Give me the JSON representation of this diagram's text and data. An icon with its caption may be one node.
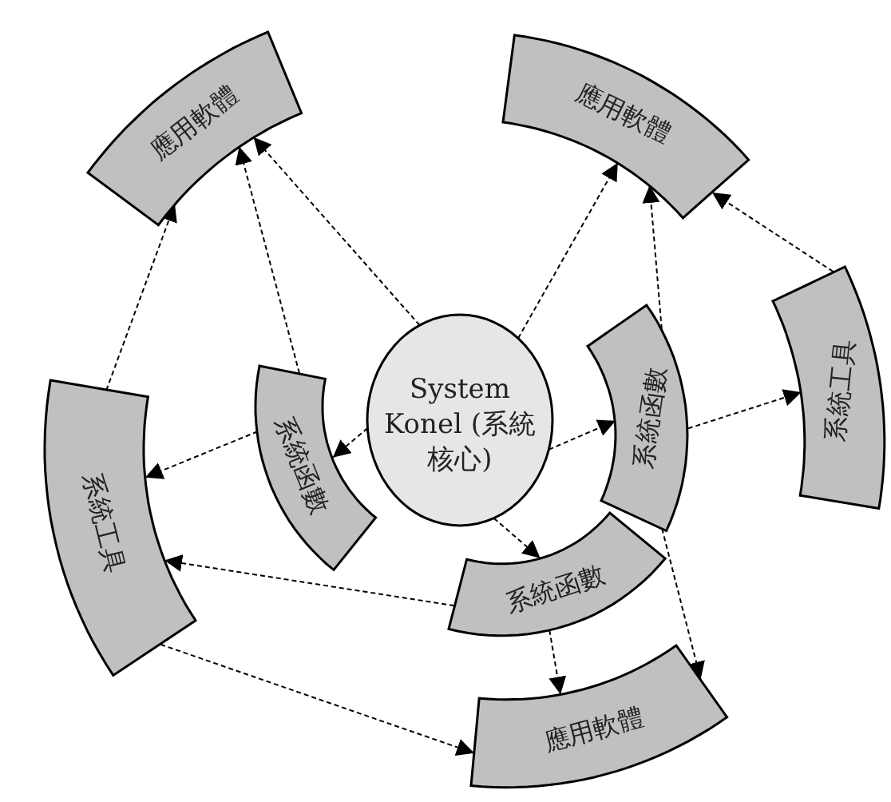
{
  "diagram": {
    "nodes": [
      {
        "text": [
          "System Konel (系統核心)"
        ]
      },
      {
        "text": [
          "應用軟體"
        ]
      },
      {
        "text": [
          "應用軟體"
        ]
      },
      {
        "text": [
          "系統函數"
        ]
      },
      {
        "text": [
          "系統函數"
        ]
      },
      {
        "text": [
          "系統工具"
        ]
      },
      {
        "text": [
          "系統工具"
        ]
      },
      {
        "text": [
          "系統函數"
        ]
      },
      {
        "text": [
          "應用軟體"
        ]
      }
    ],
    "edges": [
      {
        "from": 0,
        "to": 1,
        "arrow": "to"
      },
      {
        "from": 3,
        "to": 1,
        "arrow": "to"
      },
      {
        "from": 6,
        "to": 1,
        "arrow": "to"
      },
      {
        "from": 0,
        "to": 3,
        "arrow": "to"
      },
      {
        "from": 3,
        "to": 6,
        "arrow": "to"
      },
      {
        "from": 7,
        "to": 6,
        "arrow": "to"
      },
      {
        "from": 6,
        "to": 8,
        "arrow": "to"
      },
      {
        "from": 0,
        "to": 2,
        "arrow": "to"
      },
      {
        "from": 4,
        "to": 2,
        "arrow": "to"
      },
      {
        "from": 5,
        "to": 2,
        "arrow": "to"
      },
      {
        "from": 0,
        "to": 4,
        "arrow": "to"
      },
      {
        "from": 4,
        "to": 5,
        "arrow": "to"
      },
      {
        "from": 0,
        "to": 7,
        "arrow": "to"
      },
      {
        "from": 7,
        "to": 8,
        "arrow": "to"
      },
      {
        "from": 4,
        "to": 8,
        "arrow": "to"
      }
    ]
  }
}
